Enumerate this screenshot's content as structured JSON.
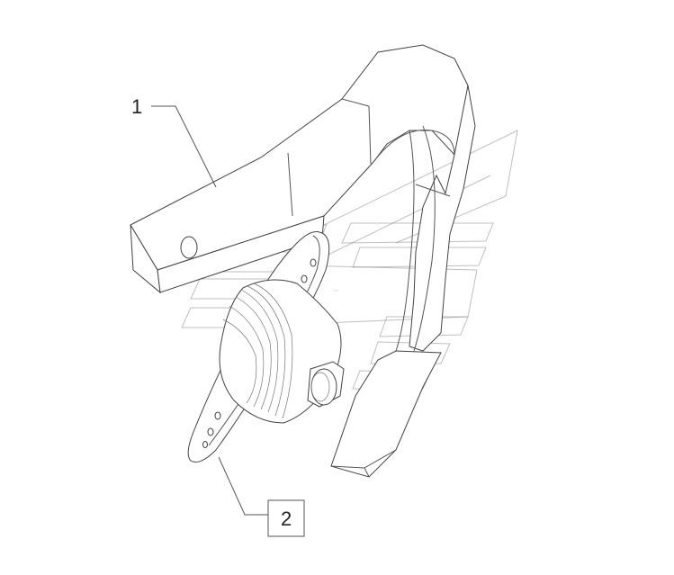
{
  "callouts": [
    {
      "id": "part-1",
      "label": "1"
    },
    {
      "id": "part-2",
      "label": "2"
    }
  ],
  "colors": {
    "line": "#444444",
    "background": "#ffffff",
    "watermark": "#8a8a8a"
  }
}
